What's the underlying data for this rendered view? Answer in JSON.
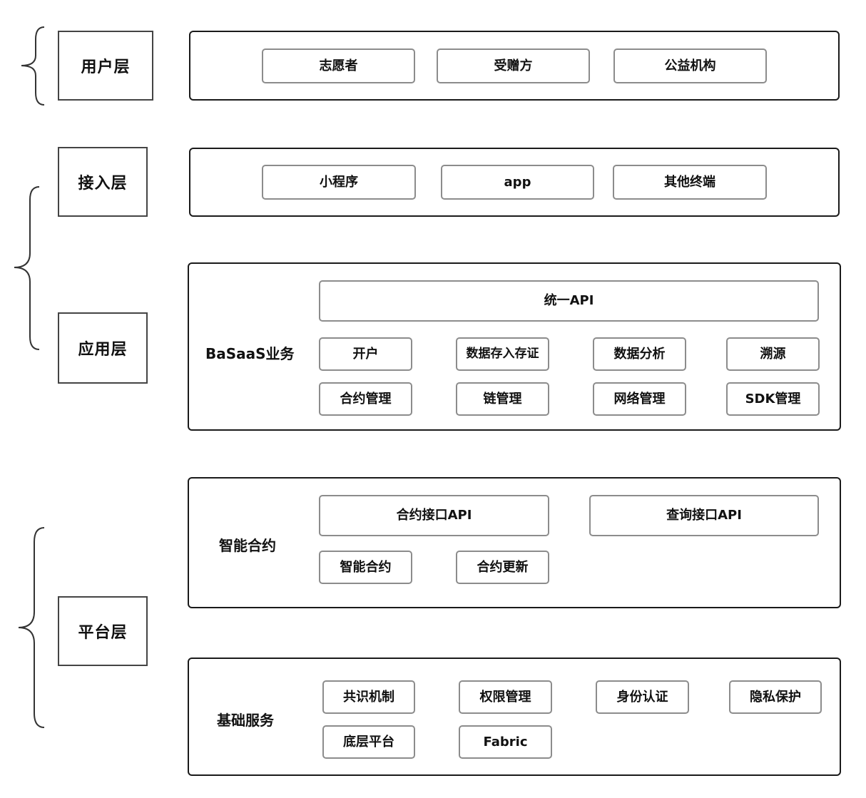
{
  "layers": {
    "user": "用户层",
    "access": "接入层",
    "application": "应用层",
    "platform": "平台层"
  },
  "user_panel": {
    "items": [
      "志愿者",
      "受赠方",
      "公益机构"
    ]
  },
  "access_panel": {
    "items": [
      "小程序",
      "app",
      "其他终端"
    ]
  },
  "baas_panel": {
    "label": "BaSaaS业务",
    "api": "统一API",
    "row1": [
      "开户",
      "数据存入存证",
      "数据分析",
      "溯源"
    ],
    "row2": [
      "合约管理",
      "链管理",
      "网络管理",
      "SDK管理"
    ]
  },
  "contract_panel": {
    "label": "智能合约",
    "apis": [
      "合约接口API",
      "查询接口API"
    ],
    "items": [
      "智能合约",
      "合约更新"
    ]
  },
  "base_panel": {
    "label": "基础服务",
    "row1": [
      "共识机制",
      "权限管理",
      "身份认证",
      "隐私保护"
    ],
    "row2": [
      "底层平台",
      "Fabric"
    ]
  },
  "colors": {
    "panel_border": "#1a1a1a",
    "chip_border": "#8c8c8c",
    "label_border": "#444444"
  }
}
